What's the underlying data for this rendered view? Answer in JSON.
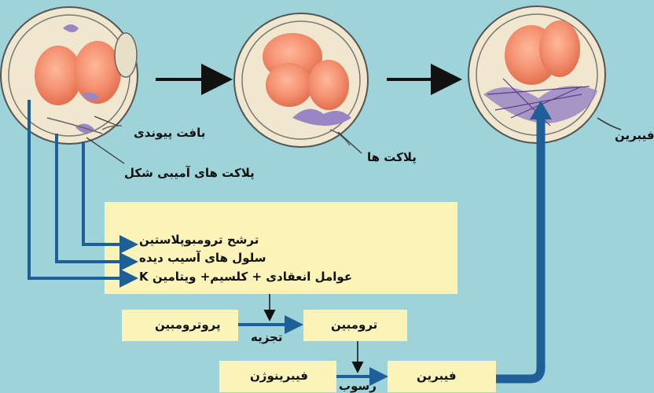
{
  "labels": {
    "connective_tissue": "بافت پیوندی",
    "amoeboid_platelets": "پلاکت های آمیبی شکل",
    "platelets": "پلاکت ها",
    "fibrin_top": "فیبرین"
  },
  "factors": {
    "thromboplastin": "ترشح ترومبوپلاستین",
    "damaged_cells": "سلول های آسیب دیده",
    "coag_factors": "عوامل انعقادی + کلسیم+ ویتامین K"
  },
  "boxes": {
    "prothrombin": "پروترومبین",
    "thrombin": "ترومبین",
    "fibrinogen": "فیبرینوژن",
    "fibrin": "فیبرین"
  },
  "arrow_labels": {
    "decomposition": "تجزیه",
    "precipitation": "رسوب"
  },
  "colors": {
    "background": "#9fd3da",
    "panel": "#fbf3b8",
    "arrow_blue": "#1f5f98",
    "cell": "#f28e6e",
    "platelet": "#9a86c4"
  }
}
